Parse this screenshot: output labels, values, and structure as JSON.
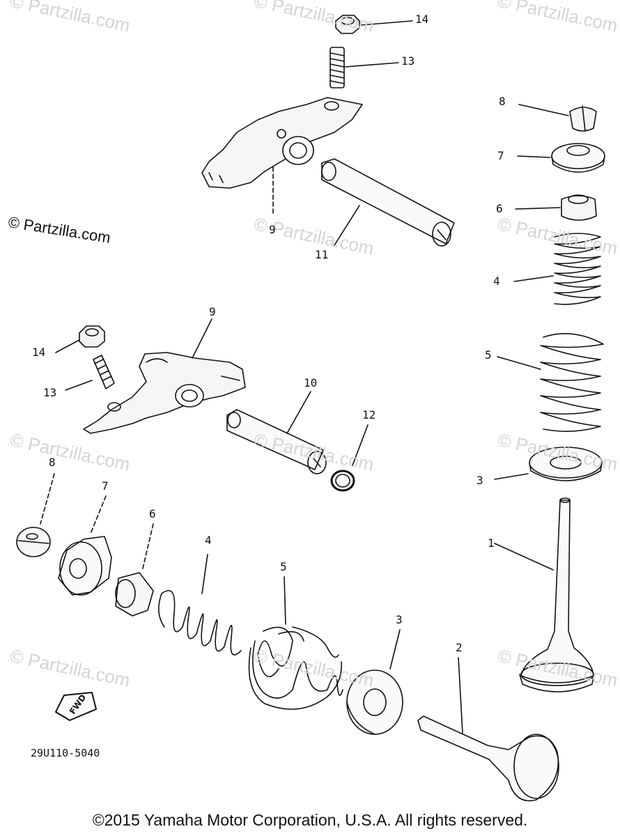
{
  "watermark": "© Partzilla.com",
  "side_watermark": "© Partzilla.com",
  "callouts": {
    "c14a": "14",
    "c13a": "13",
    "c8a": "8",
    "c7a": "7",
    "c6a": "6",
    "c9a": "9",
    "c11": "11",
    "c4a": "4",
    "c9b": "9",
    "c14b": "14",
    "c5a": "5",
    "c13b": "13",
    "c10": "10",
    "c12": "12",
    "c8b": "8",
    "c7b": "7",
    "c3a": "3",
    "c6b": "6",
    "c4b": "4",
    "c1": "1",
    "c5b": "5",
    "c3b": "3",
    "c2": "2"
  },
  "fwd_label": "FWD",
  "part_code": "29U110-5040",
  "copyright": "©2015 Yamaha Motor Corporation, U.S.A. All rights reserved."
}
